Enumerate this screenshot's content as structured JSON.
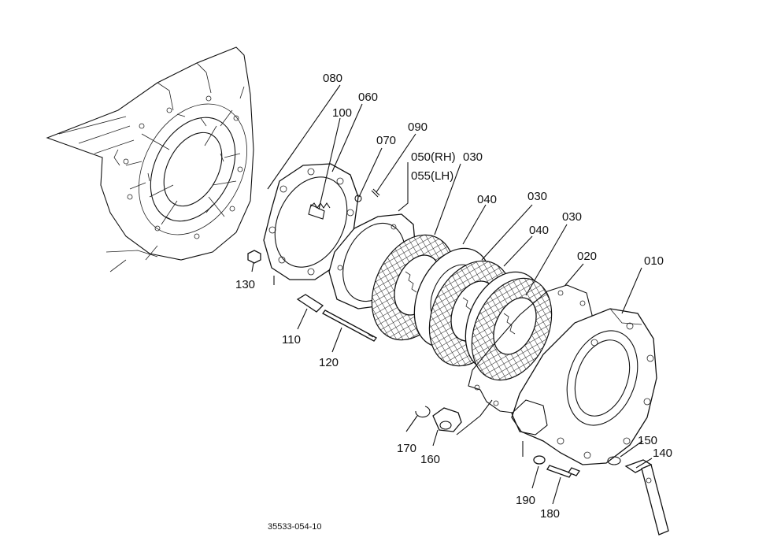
{
  "labels": {
    "p010": "010",
    "p020": "020",
    "p030a": "030",
    "p030b": "030",
    "p030c": "030",
    "p040a": "040",
    "p040b": "040",
    "p050": "050(RH)",
    "p055": "055(LH)",
    "p060": "060",
    "p070": "070",
    "p080": "080",
    "p090": "090",
    "p100": "100",
    "p110": "110",
    "p120": "120",
    "p130": "130",
    "p140": "140",
    "p150": "150",
    "p160": "160",
    "p170": "170",
    "p180": "180",
    "p190": "190"
  },
  "footer": {
    "drawing_number": "35533-054-10"
  }
}
